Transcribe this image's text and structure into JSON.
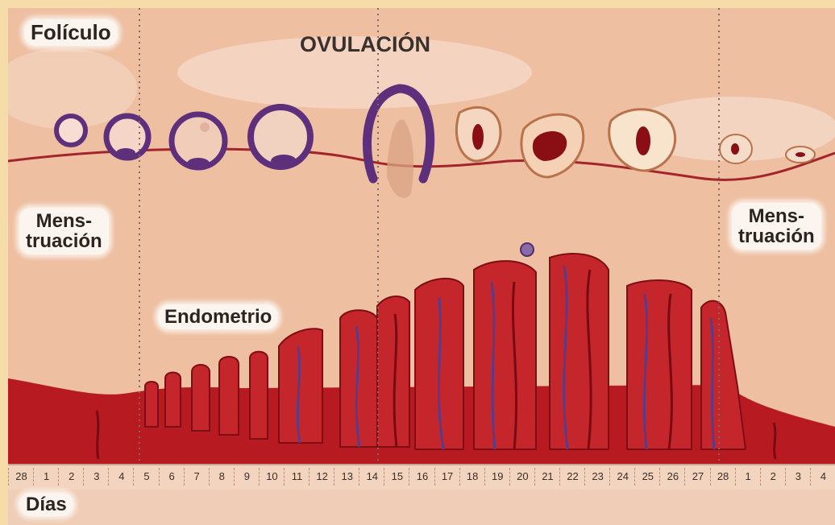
{
  "labels": {
    "foliculo": "Folículo",
    "ovulacion": "OVULACIÓN",
    "menstruacion_left_1": "Mens-",
    "menstruacion_left_2": "truación",
    "menstruacion_right_1": "Mens-",
    "menstruacion_right_2": "truación",
    "endometrio": "Endometrio",
    "dias": "Días"
  },
  "days": [
    "28",
    "1",
    "2",
    "3",
    "4",
    "5",
    "6",
    "7",
    "8",
    "9",
    "10",
    "11",
    "12",
    "13",
    "14",
    "15",
    "16",
    "17",
    "18",
    "19",
    "20",
    "21",
    "22",
    "23",
    "24",
    "25",
    "26",
    "27",
    "28",
    "1",
    "2",
    "3",
    "4"
  ],
  "colors": {
    "background": "#eebfa1",
    "frame": "#f6dca8",
    "endometrium": "#b81a22",
    "follicle_ring": "#5e2f7a",
    "corpus_luteum": "#8a0f15",
    "ovary_line": "#a3242a"
  }
}
